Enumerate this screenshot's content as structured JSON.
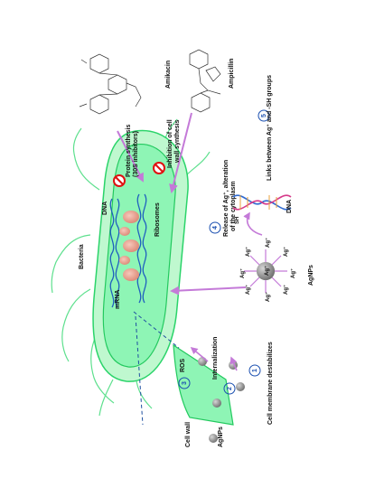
{
  "labels": {
    "bacteria": "Bacteria",
    "cell_wall": "Cell wall",
    "agnps_left": "AgNPs",
    "agnps_right": "AgNPs",
    "dna_inside": "DNA",
    "mrna": "mRNA",
    "ribosomes": "Ribosomes",
    "protein_synthesis": "Protein synthesis",
    "protein_synthesis_sub": "(30S inhibitors)",
    "inhibition_line1": "Inhibition of cell",
    "inhibition_line2": "wall synthesis",
    "amikacin": "Amikacin",
    "ampicillin": "Ampicillin",
    "release_line1": "Release of Ag⁺, alteration",
    "release_line2": "of the cytoplasm",
    "dna_helix": "DNA",
    "sh_group": "SH",
    "links": "Links between Ag⁺ and -SH groups",
    "ros": "ROS",
    "internalization": "Internalization",
    "membrane": "Cell membrane destabilizes",
    "ag_ion": "Ag⁺"
  },
  "steps": {
    "s1": "1",
    "s2": "2",
    "s3": "3",
    "s4": "4",
    "s5": "5"
  },
  "colors": {
    "cell_fill": "#8ef5b5",
    "cell_outer": "#b8f7c8",
    "cell_stroke": "#2bd46a",
    "dna_blue": "#1f5fbf",
    "ribosome": "#e89a8a",
    "arrow": "#c47ad8",
    "inhibit": "#e01010",
    "dashed": "#1e4fa0",
    "particle": "#8c8c8c",
    "step_circle": "#1a4fb0"
  },
  "icons": [
    "prohibit-icon",
    "prohibit-icon",
    "dna-helix-icon",
    "silver-nanoparticle-icon",
    "molecule-structure-icon"
  ]
}
